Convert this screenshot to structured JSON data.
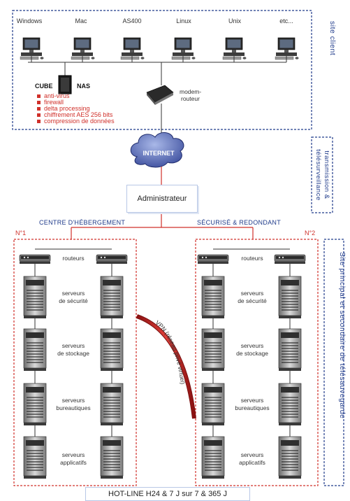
{
  "top_os": [
    "Windows",
    "Mac",
    "AS400",
    "Linux",
    "Unix",
    "etc..."
  ],
  "cube": {
    "name": "CUBE",
    "nas": "NAS",
    "features": [
      "anti-virus",
      "firewall",
      "delta processing",
      "chiffrement AES 256 bits",
      "compression de données"
    ]
  },
  "modem": [
    "modem-",
    "routeur"
  ],
  "internet": "INTERNET",
  "admin": "Administrateur",
  "side_labels": {
    "client": "site client",
    "transmission": "transmission & télésurveillance",
    "site": "Site principal et secondaire de télésauvegarde"
  },
  "headers": {
    "left": "CENTRE D'HÉBERGEMENT",
    "right": "SÉCURISÉ & REDONDANT"
  },
  "sites": {
    "n1": "N°1",
    "n2": "N°2"
  },
  "rows": [
    {
      "line1": "routeurs",
      "line2": ""
    },
    {
      "line1": "serveurs",
      "line2": "de sécurité"
    },
    {
      "line1": "serveurs",
      "line2": "de stockage"
    },
    {
      "line1": "serveurs",
      "line2": "bureautiques"
    },
    {
      "line1": "serveurs",
      "line2": "applicatifs"
    }
  ],
  "vpn": "VPN (réseau privé virtuel)",
  "hotline": "HOT-LINE H24 & 7 J sur 7 & 365 J",
  "colors": {
    "blue": "#1e3a8a",
    "red": "#d0302a",
    "box": "#b8c7e6"
  }
}
